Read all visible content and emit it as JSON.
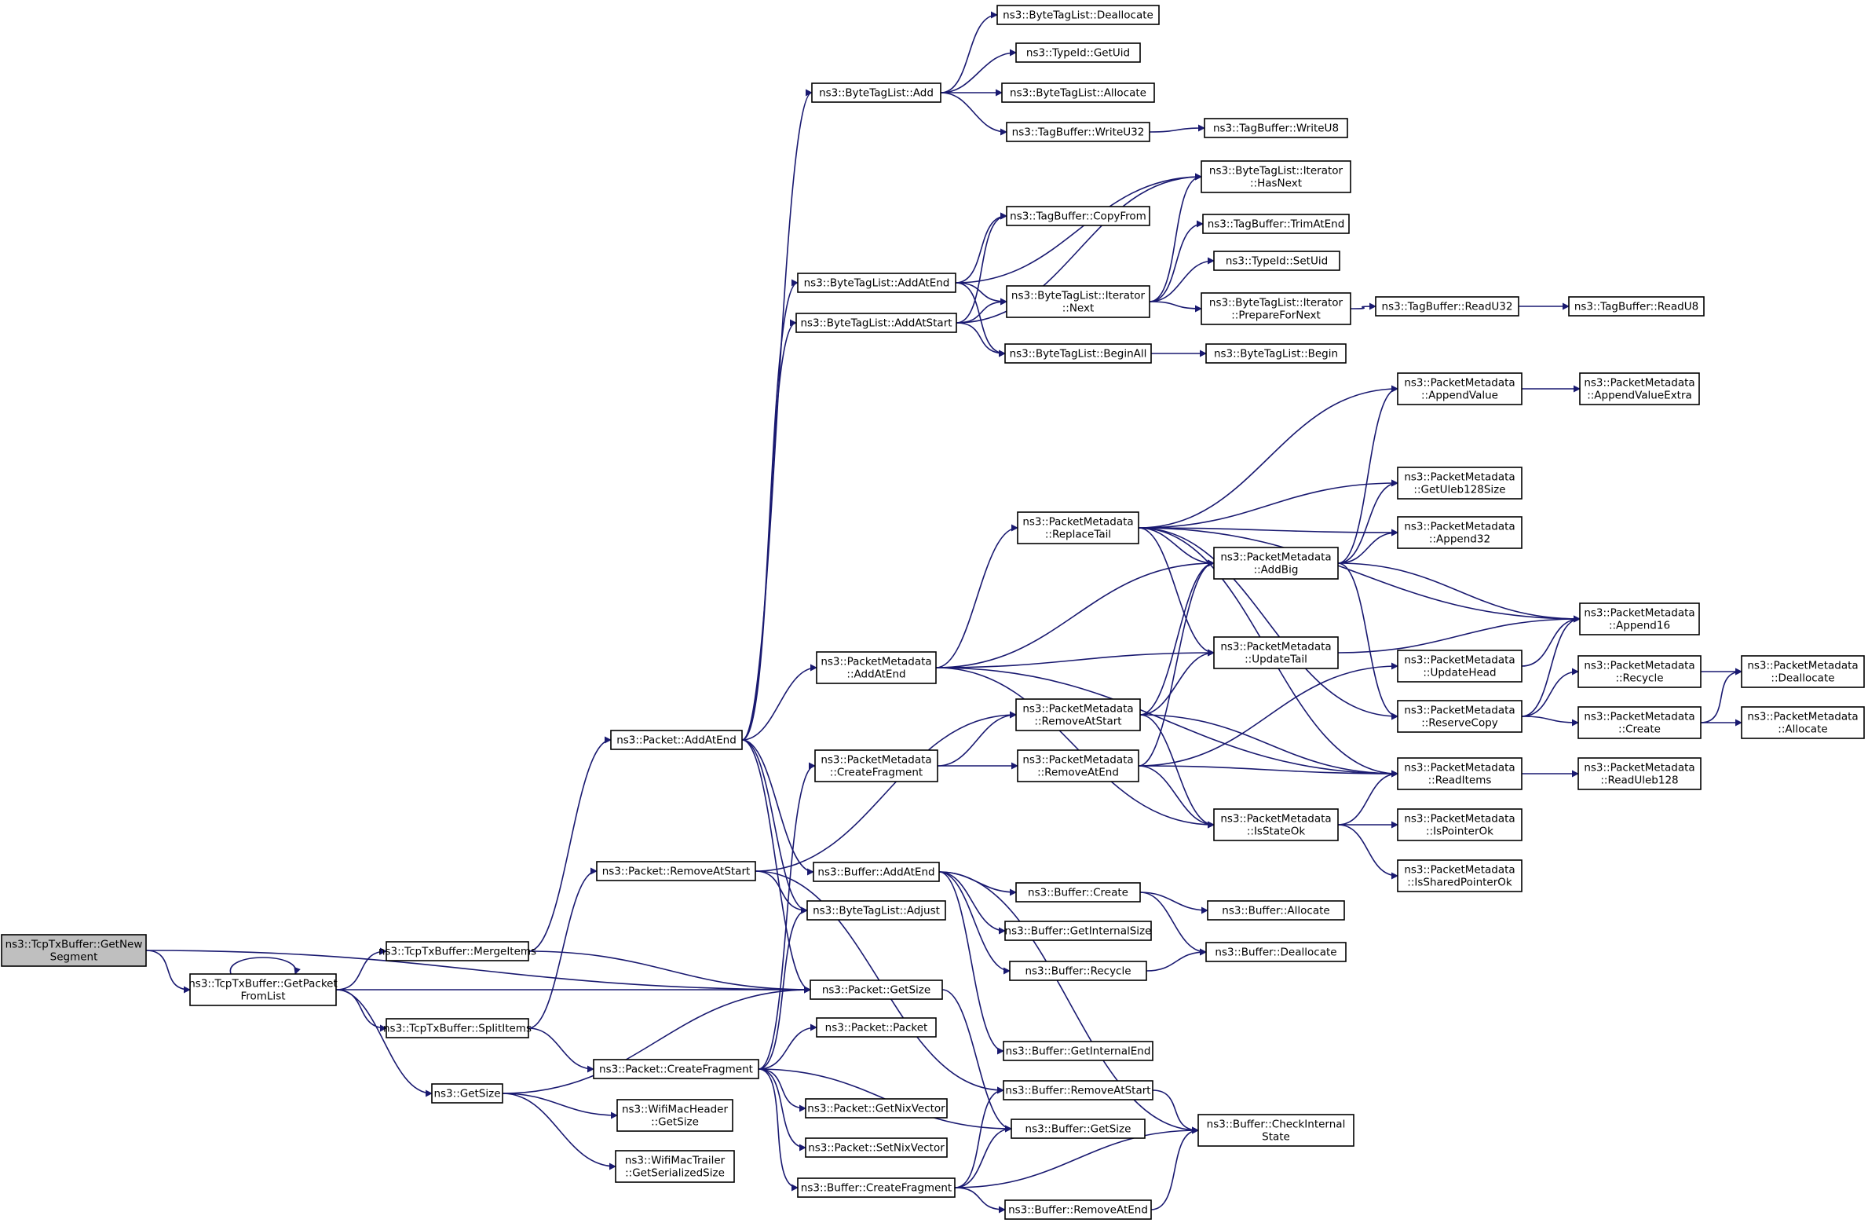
{
  "title": "",
  "colors": {
    "edge": "#191970",
    "node_border": "#000000",
    "root_fill": "#bfbfbf",
    "node_fill": "#ffffff"
  },
  "nodes": [
    {
      "id": "n_getnewsegment",
      "lines": [
        "ns3::TcpTxBuffer::GetNew",
        "Segment"
      ],
      "root": true
    },
    {
      "id": "n_getpacketfromlist",
      "lines": [
        "ns3::TcpTxBuffer::GetPacket",
        "FromList"
      ]
    },
    {
      "id": "n_mergeitems",
      "lines": [
        "ns3::TcpTxBuffer::MergeItems"
      ]
    },
    {
      "id": "n_splititems",
      "lines": [
        "ns3::TcpTxBuffer::SplitItems"
      ]
    },
    {
      "id": "n_getsize_ns3",
      "lines": [
        "ns3::GetSize"
      ]
    },
    {
      "id": "n_packet_addatend",
      "lines": [
        "ns3::Packet::AddAtEnd"
      ]
    },
    {
      "id": "n_packet_removeatstart",
      "lines": [
        "ns3::Packet::RemoveAtStart"
      ]
    },
    {
      "id": "n_packet_createfragment",
      "lines": [
        "ns3::Packet::CreateFragment"
      ]
    },
    {
      "id": "n_wifimacheader_getsize",
      "lines": [
        "ns3::WifiMacHeader",
        "::GetSize"
      ]
    },
    {
      "id": "n_wifimactrailer_getserializedsize",
      "lines": [
        "ns3::WifiMacTrailer",
        "::GetSerializedSize"
      ]
    },
    {
      "id": "n_btl_add",
      "lines": [
        "ns3::ByteTagList::Add"
      ]
    },
    {
      "id": "n_btl_addatend",
      "lines": [
        "ns3::ByteTagList::AddAtEnd"
      ]
    },
    {
      "id": "n_btl_addatstart",
      "lines": [
        "ns3::ByteTagList::AddAtStart"
      ]
    },
    {
      "id": "n_pm_addatend",
      "lines": [
        "ns3::PacketMetadata",
        "::AddAtEnd"
      ]
    },
    {
      "id": "n_pm_createfragment",
      "lines": [
        "ns3::PacketMetadata",
        "::CreateFragment"
      ]
    },
    {
      "id": "n_buffer_addatend",
      "lines": [
        "ns3::Buffer::AddAtEnd"
      ]
    },
    {
      "id": "n_btl_adjust",
      "lines": [
        "ns3::ByteTagList::Adjust"
      ]
    },
    {
      "id": "n_packet_getsize",
      "lines": [
        "ns3::Packet::GetSize"
      ]
    },
    {
      "id": "n_packet_packet",
      "lines": [
        "ns3::Packet::Packet"
      ]
    },
    {
      "id": "n_packet_getnixvector",
      "lines": [
        "ns3::Packet::GetNixVector"
      ]
    },
    {
      "id": "n_packet_setnixvector",
      "lines": [
        "ns3::Packet::SetNixVector"
      ]
    },
    {
      "id": "n_buffer_createfragment",
      "lines": [
        "ns3::Buffer::CreateFragment"
      ]
    },
    {
      "id": "n_btl_deallocate",
      "lines": [
        "ns3::ByteTagList::Deallocate"
      ]
    },
    {
      "id": "n_typeid_getuid",
      "lines": [
        "ns3::TypeId::GetUid"
      ]
    },
    {
      "id": "n_btl_allocate",
      "lines": [
        "ns3::ByteTagList::Allocate"
      ]
    },
    {
      "id": "n_tagbuffer_writeu32",
      "lines": [
        "ns3::TagBuffer::WriteU32"
      ]
    },
    {
      "id": "n_tagbuffer_copyfrom",
      "lines": [
        "ns3::TagBuffer::CopyFrom"
      ]
    },
    {
      "id": "n_btl_iterator_next",
      "lines": [
        "ns3::ByteTagList::Iterator",
        "::Next"
      ]
    },
    {
      "id": "n_btl_beginall",
      "lines": [
        "ns3::ByteTagList::BeginAll"
      ]
    },
    {
      "id": "n_pm_replacetail",
      "lines": [
        "ns3::PacketMetadata",
        "::ReplaceTail"
      ]
    },
    {
      "id": "n_pm_removeatstart",
      "lines": [
        "ns3::PacketMetadata",
        "::RemoveAtStart"
      ]
    },
    {
      "id": "n_pm_removeatend",
      "lines": [
        "ns3::PacketMetadata",
        "::RemoveAtEnd"
      ]
    },
    {
      "id": "n_buffer_create",
      "lines": [
        "ns3::Buffer::Create"
      ]
    },
    {
      "id": "n_buffer_getinternalsize",
      "lines": [
        "ns3::Buffer::GetInternalSize"
      ]
    },
    {
      "id": "n_buffer_recycle",
      "lines": [
        "ns3::Buffer::Recycle"
      ]
    },
    {
      "id": "n_buffer_getinternalend",
      "lines": [
        "ns3::Buffer::GetInternalEnd"
      ]
    },
    {
      "id": "n_buffer_removeatstart",
      "lines": [
        "ns3::Buffer::RemoveAtStart"
      ]
    },
    {
      "id": "n_buffer_getsize",
      "lines": [
        "ns3::Buffer::GetSize"
      ]
    },
    {
      "id": "n_buffer_removeatend",
      "lines": [
        "ns3::Buffer::RemoveAtEnd"
      ]
    },
    {
      "id": "n_tagbuffer_writeu8",
      "lines": [
        "ns3::TagBuffer::WriteU8"
      ]
    },
    {
      "id": "n_btl_iterator_hasnext",
      "lines": [
        "ns3::ByteTagList::Iterator",
        "::HasNext"
      ]
    },
    {
      "id": "n_tagbuffer_trimatend",
      "lines": [
        "ns3::TagBuffer::TrimAtEnd"
      ]
    },
    {
      "id": "n_typeid_setuid",
      "lines": [
        "ns3::TypeId::SetUid"
      ]
    },
    {
      "id": "n_btl_iterator_preparefornext",
      "lines": [
        "ns3::ByteTagList::Iterator",
        "::PrepareForNext"
      ]
    },
    {
      "id": "n_btl_begin",
      "lines": [
        "ns3::ByteTagList::Begin"
      ]
    },
    {
      "id": "n_pm_addbig",
      "lines": [
        "ns3::PacketMetadata",
        "::AddBig"
      ]
    },
    {
      "id": "n_pm_updatetail",
      "lines": [
        "ns3::PacketMetadata",
        "::UpdateTail"
      ]
    },
    {
      "id": "n_pm_isstateok",
      "lines": [
        "ns3::PacketMetadata",
        "::IsStateOk"
      ]
    },
    {
      "id": "n_buffer_allocate",
      "lines": [
        "ns3::Buffer::Allocate"
      ]
    },
    {
      "id": "n_buffer_deallocate",
      "lines": [
        "ns3::Buffer::Deallocate"
      ]
    },
    {
      "id": "n_buffer_checkinternalstate",
      "lines": [
        "ns3::Buffer::CheckInternal",
        "State"
      ]
    },
    {
      "id": "n_tagbuffer_readu32",
      "lines": [
        "ns3::TagBuffer::ReadU32"
      ]
    },
    {
      "id": "n_pm_appendvalue",
      "lines": [
        "ns3::PacketMetadata",
        "::AppendValue"
      ]
    },
    {
      "id": "n_pm_getuleb128size",
      "lines": [
        "ns3::PacketMetadata",
        "::GetUleb128Size"
      ]
    },
    {
      "id": "n_pm_append32",
      "lines": [
        "ns3::PacketMetadata",
        "::Append32"
      ]
    },
    {
      "id": "n_pm_updatehead",
      "lines": [
        "ns3::PacketMetadata",
        "::UpdateHead"
      ]
    },
    {
      "id": "n_pm_reservecopy",
      "lines": [
        "ns3::PacketMetadata",
        "::ReserveCopy"
      ]
    },
    {
      "id": "n_pm_readitems",
      "lines": [
        "ns3::PacketMetadata",
        "::ReadItems"
      ]
    },
    {
      "id": "n_pm_ispointerok",
      "lines": [
        "ns3::PacketMetadata",
        "::IsPointerOk"
      ]
    },
    {
      "id": "n_pm_issharedpointerok",
      "lines": [
        "ns3::PacketMetadata",
        "::IsSharedPointerOk"
      ]
    },
    {
      "id": "n_tagbuffer_readu8",
      "lines": [
        "ns3::TagBuffer::ReadU8"
      ]
    },
    {
      "id": "n_pm_appendvalueextra",
      "lines": [
        "ns3::PacketMetadata",
        "::AppendValueExtra"
      ]
    },
    {
      "id": "n_pm_append16",
      "lines": [
        "ns3::PacketMetadata",
        "::Append16"
      ]
    },
    {
      "id": "n_pm_recycle",
      "lines": [
        "ns3::PacketMetadata",
        "::Recycle"
      ]
    },
    {
      "id": "n_pm_create",
      "lines": [
        "ns3::PacketMetadata",
        "::Create"
      ]
    },
    {
      "id": "n_pm_readuleb128",
      "lines": [
        "ns3::PacketMetadata",
        "::ReadUleb128"
      ]
    },
    {
      "id": "n_pm_deallocate",
      "lines": [
        "ns3::PacketMetadata",
        "::Deallocate"
      ]
    },
    {
      "id": "n_pm_allocate",
      "lines": [
        "ns3::PacketMetadata",
        "::Allocate"
      ]
    }
  ],
  "edges": [
    [
      "n_getnewsegment",
      "n_getpacketfromlist"
    ],
    [
      "n_getnewsegment",
      "n_packet_getsize"
    ],
    [
      "n_getpacketfromlist",
      "n_getpacketfromlist"
    ],
    [
      "n_getpacketfromlist",
      "n_mergeitems"
    ],
    [
      "n_getpacketfromlist",
      "n_packet_getsize"
    ],
    [
      "n_getpacketfromlist",
      "n_splititems"
    ],
    [
      "n_getpacketfromlist",
      "n_getsize_ns3"
    ],
    [
      "n_mergeitems",
      "n_packet_addatend"
    ],
    [
      "n_mergeitems",
      "n_packet_getsize"
    ],
    [
      "n_splititems",
      "n_packet_removeatstart"
    ],
    [
      "n_splititems",
      "n_packet_createfragment"
    ],
    [
      "n_getsize_ns3",
      "n_packet_getsize"
    ],
    [
      "n_getsize_ns3",
      "n_wifimacheader_getsize"
    ],
    [
      "n_getsize_ns3",
      "n_wifimactrailer_getserializedsize"
    ],
    [
      "n_packet_addatend",
      "n_btl_add"
    ],
    [
      "n_packet_addatend",
      "n_btl_addatend"
    ],
    [
      "n_packet_addatend",
      "n_btl_addatstart"
    ],
    [
      "n_packet_addatend",
      "n_pm_addatend"
    ],
    [
      "n_packet_addatend",
      "n_buffer_addatend"
    ],
    [
      "n_packet_addatend",
      "n_btl_adjust"
    ],
    [
      "n_packet_addatend",
      "n_packet_getsize"
    ],
    [
      "n_packet_removeatstart",
      "n_pm_removeatstart"
    ],
    [
      "n_packet_removeatstart",
      "n_btl_adjust"
    ],
    [
      "n_packet_removeatstart",
      "n_buffer_removeatstart"
    ],
    [
      "n_packet_createfragment",
      "n_pm_createfragment"
    ],
    [
      "n_packet_createfragment",
      "n_btl_adjust"
    ],
    [
      "n_packet_createfragment",
      "n_packet_packet"
    ],
    [
      "n_packet_createfragment",
      "n_packet_getnixvector"
    ],
    [
      "n_packet_createfragment",
      "n_packet_setnixvector"
    ],
    [
      "n_packet_createfragment",
      "n_buffer_createfragment"
    ],
    [
      "n_packet_createfragment",
      "n_buffer_getsize"
    ],
    [
      "n_btl_add",
      "n_btl_deallocate"
    ],
    [
      "n_btl_add",
      "n_typeid_getuid"
    ],
    [
      "n_btl_add",
      "n_btl_allocate"
    ],
    [
      "n_btl_add",
      "n_tagbuffer_writeu32"
    ],
    [
      "n_tagbuffer_writeu32",
      "n_tagbuffer_writeu8"
    ],
    [
      "n_btl_addatend",
      "n_btl_iterator_hasnext"
    ],
    [
      "n_btl_addatend",
      "n_tagbuffer_copyfrom"
    ],
    [
      "n_btl_addatend",
      "n_btl_iterator_next"
    ],
    [
      "n_btl_addatend",
      "n_btl_beginall"
    ],
    [
      "n_btl_addatstart",
      "n_btl_iterator_hasnext"
    ],
    [
      "n_btl_addatstart",
      "n_tagbuffer_copyfrom"
    ],
    [
      "n_btl_addatstart",
      "n_btl_iterator_next"
    ],
    [
      "n_btl_addatstart",
      "n_btl_beginall"
    ],
    [
      "n_btl_iterator_next",
      "n_btl_iterator_hasnext"
    ],
    [
      "n_btl_iterator_next",
      "n_tagbuffer_trimatend"
    ],
    [
      "n_btl_iterator_next",
      "n_typeid_setuid"
    ],
    [
      "n_btl_iterator_next",
      "n_btl_iterator_preparefornext"
    ],
    [
      "n_btl_iterator_preparefornext",
      "n_tagbuffer_readu32"
    ],
    [
      "n_tagbuffer_readu32",
      "n_tagbuffer_readu8"
    ],
    [
      "n_btl_beginall",
      "n_btl_begin"
    ],
    [
      "n_pm_addatend",
      "n_pm_replacetail"
    ],
    [
      "n_pm_addatend",
      "n_pm_addbig"
    ],
    [
      "n_pm_addatend",
      "n_pm_updatetail"
    ],
    [
      "n_pm_addatend",
      "n_pm_isstateok"
    ],
    [
      "n_pm_addatend",
      "n_pm_readitems"
    ],
    [
      "n_pm_createfragment",
      "n_pm_removeatstart"
    ],
    [
      "n_pm_createfragment",
      "n_pm_removeatend"
    ],
    [
      "n_pm_replacetail",
      "n_pm_appendvalue"
    ],
    [
      "n_pm_replacetail",
      "n_pm_getuleb128size"
    ],
    [
      "n_pm_replacetail",
      "n_pm_append32"
    ],
    [
      "n_pm_replacetail",
      "n_pm_addbig"
    ],
    [
      "n_pm_replacetail",
      "n_pm_append16"
    ],
    [
      "n_pm_replacetail",
      "n_pm_updatetail"
    ],
    [
      "n_pm_replacetail",
      "n_pm_reservecopy"
    ],
    [
      "n_pm_replacetail",
      "n_pm_readitems"
    ],
    [
      "n_pm_removeatstart",
      "n_pm_addbig"
    ],
    [
      "n_pm_removeatstart",
      "n_pm_updatetail"
    ],
    [
      "n_pm_removeatstart",
      "n_pm_isstateok"
    ],
    [
      "n_pm_removeatstart",
      "n_pm_readitems"
    ],
    [
      "n_pm_removeatend",
      "n_pm_addbig"
    ],
    [
      "n_pm_removeatend",
      "n_pm_updatehead"
    ],
    [
      "n_pm_removeatend",
      "n_pm_isstateok"
    ],
    [
      "n_pm_removeatend",
      "n_pm_readitems"
    ],
    [
      "n_pm_addbig",
      "n_pm_appendvalue"
    ],
    [
      "n_pm_addbig",
      "n_pm_getuleb128size"
    ],
    [
      "n_pm_addbig",
      "n_pm_append32"
    ],
    [
      "n_pm_addbig",
      "n_pm_append16"
    ],
    [
      "n_pm_addbig",
      "n_pm_reservecopy"
    ],
    [
      "n_pm_appendvalue",
      "n_pm_appendvalueextra"
    ],
    [
      "n_pm_updatetail",
      "n_pm_append16"
    ],
    [
      "n_pm_updatehead",
      "n_pm_append16"
    ],
    [
      "n_pm_reservecopy",
      "n_pm_append16"
    ],
    [
      "n_pm_reservecopy",
      "n_pm_recycle"
    ],
    [
      "n_pm_reservecopy",
      "n_pm_create"
    ],
    [
      "n_pm_recycle",
      "n_pm_deallocate"
    ],
    [
      "n_pm_create",
      "n_pm_deallocate"
    ],
    [
      "n_pm_create",
      "n_pm_allocate"
    ],
    [
      "n_pm_isstateok",
      "n_pm_readitems"
    ],
    [
      "n_pm_isstateok",
      "n_pm_ispointerok"
    ],
    [
      "n_pm_isstateok",
      "n_pm_issharedpointerok"
    ],
    [
      "n_pm_readitems",
      "n_pm_readuleb128"
    ],
    [
      "n_buffer_addatend",
      "n_buffer_create"
    ],
    [
      "n_buffer_addatend",
      "n_buffer_getinternalsize"
    ],
    [
      "n_buffer_addatend",
      "n_buffer_recycle"
    ],
    [
      "n_buffer_addatend",
      "n_buffer_getinternalend"
    ],
    [
      "n_buffer_addatend",
      "n_buffer_checkinternalstate"
    ],
    [
      "n_buffer_create",
      "n_buffer_allocate"
    ],
    [
      "n_buffer_create",
      "n_buffer_deallocate"
    ],
    [
      "n_buffer_recycle",
      "n_buffer_deallocate"
    ],
    [
      "n_buffer_removeatstart",
      "n_buffer_checkinternalstate"
    ],
    [
      "n_buffer_createfragment",
      "n_buffer_removeatstart"
    ],
    [
      "n_buffer_createfragment",
      "n_buffer_getsize"
    ],
    [
      "n_buffer_createfragment",
      "n_buffer_removeatend"
    ],
    [
      "n_buffer_createfragment",
      "n_buffer_checkinternalstate"
    ],
    [
      "n_buffer_removeatend",
      "n_buffer_checkinternalstate"
    ],
    [
      "n_packet_getsize",
      "n_buffer_getsize"
    ]
  ]
}
